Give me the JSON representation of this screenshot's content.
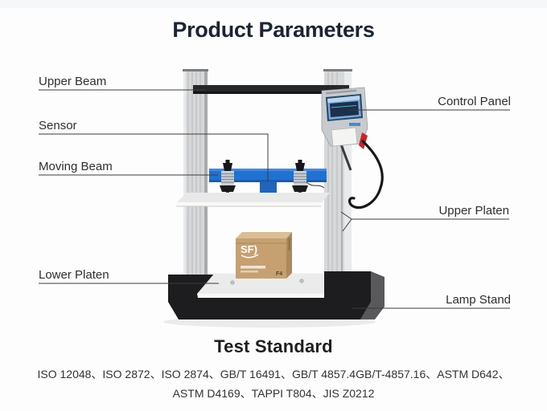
{
  "title": "Product Parameters",
  "labels": {
    "upper_beam": "Upper Beam",
    "sensor": "Sensor",
    "moving_beam": "Moving Beam",
    "lower_platen": "Lower Platen",
    "control_panel": "Control Panel",
    "upper_platen": "Upper Platen",
    "lamp_stand": "Lamp Stand"
  },
  "machine": {
    "box_logo": "SF)",
    "box_marking": "F4"
  },
  "test_standard": {
    "heading": "Test Standard",
    "items": [
      "ISO 12048",
      "ISO 2872",
      "ISO 2874",
      "GB/T 16491",
      "GB/T 4857.4GB/T-4857.16",
      "ASTM D642",
      "ASTM D4169",
      "TAPPI T804",
      "JIS Z0212"
    ],
    "display": "ISO 12048、ISO 2872、ISO 2874、GB/T 16491、GB/T 4857.4GB/T-4857.16、ASTM D642、ASTM D4169、TAPPI T804、JIS Z0212"
  },
  "colors": {
    "accent_blue": "#2171d2",
    "title_navy": "#1b2433",
    "base_black": "#1d1d1f",
    "panel_red": "#c9232c",
    "leader_line": "#3b3b3b"
  }
}
